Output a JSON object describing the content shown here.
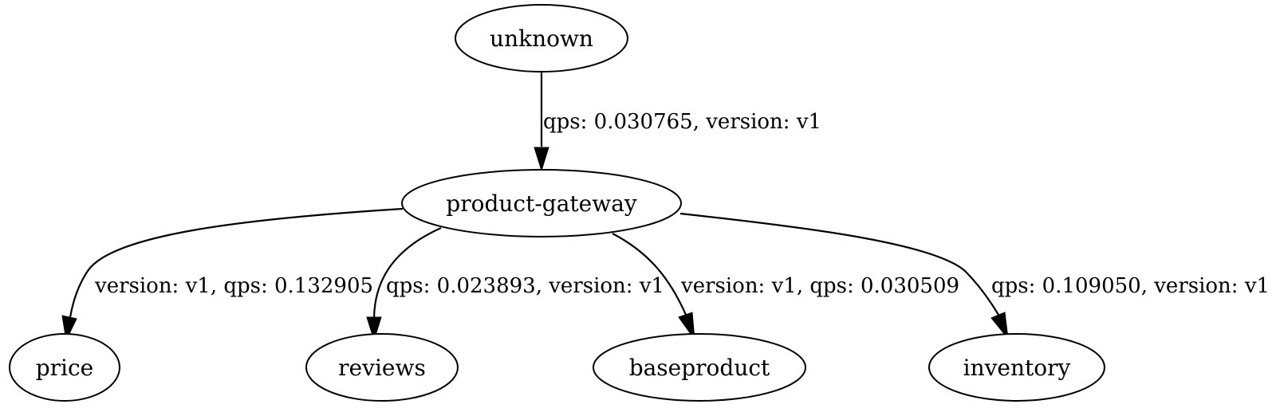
{
  "colors": {
    "background": "#ffffff",
    "stroke": "#000000",
    "text": "#000000"
  },
  "nodes": {
    "unknown": {
      "label": "unknown"
    },
    "gateway": {
      "label": "product-gateway"
    },
    "price": {
      "label": "price"
    },
    "reviews": {
      "label": "reviews"
    },
    "baseproduct": {
      "label": "baseproduct"
    },
    "inventory": {
      "label": "inventory"
    }
  },
  "edges": {
    "unknown_gateway": {
      "from": "unknown",
      "to": "product-gateway",
      "label": "qps: 0.030765, version: v1"
    },
    "gateway_price": {
      "from": "product-gateway",
      "to": "price",
      "label": "version: v1, qps: 0.132905"
    },
    "gateway_reviews": {
      "from": "product-gateway",
      "to": "reviews",
      "label": "qps: 0.023893, version: v1"
    },
    "gateway_baseproduct": {
      "from": "product-gateway",
      "to": "baseproduct",
      "label": "version: v1, qps: 0.030509"
    },
    "gateway_inventory": {
      "from": "product-gateway",
      "to": "inventory",
      "label": "qps: 0.109050, version: v1"
    }
  }
}
